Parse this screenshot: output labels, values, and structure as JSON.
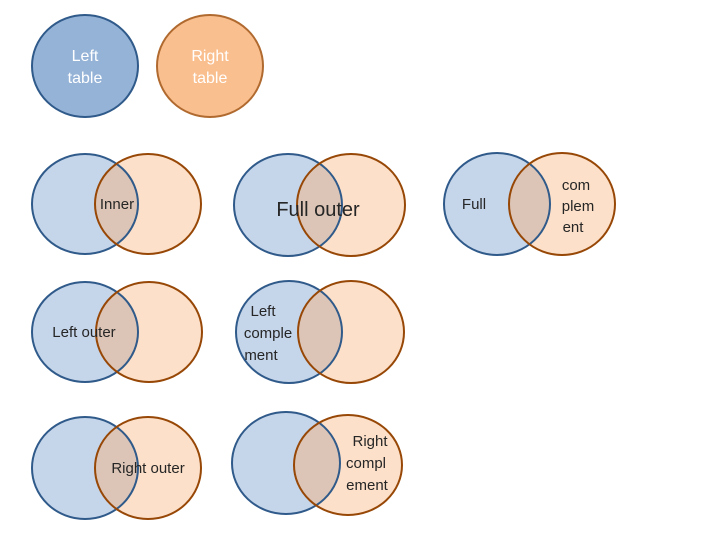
{
  "colors": {
    "left_fill_solid": "#95b3d7",
    "left_stroke": "#2f5a8a",
    "right_fill_solid": "#fabf8f",
    "right_stroke": "#974706",
    "left_fill_light": "#c5d5ea",
    "right_fill_light": "#fce0c9",
    "overlap_fill": "#dcc5b6",
    "text": "#262626"
  },
  "legend": {
    "left_label_1": "Left",
    "left_label_2": "table",
    "right_label_1": "Right",
    "right_label_2": "table"
  },
  "joins": {
    "inner": "Inner",
    "full_outer": "Full outer",
    "full_complement_1": "Full",
    "full_complement_2": "com",
    "full_complement_3": "plem",
    "full_complement_4": "ent",
    "left_outer": "Left outer",
    "left_complement_1": "Left",
    "left_complement_2": "comple",
    "left_complement_3": "ment",
    "right_outer": "Right outer",
    "right_complement_1": "Right",
    "right_complement_2": "compl",
    "right_complement_3": "ement"
  }
}
